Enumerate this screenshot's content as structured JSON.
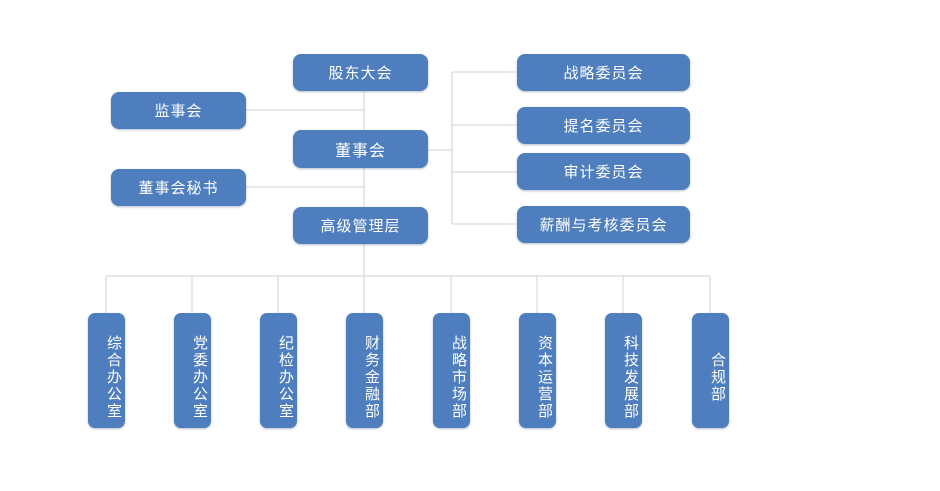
{
  "org_chart": {
    "shareholders_meeting": "股东大会",
    "supervisory_board": "监事会",
    "board_of_directors": "董事会",
    "board_secretary": "董事会秘书",
    "senior_management": "高级管理层",
    "committees": [
      "战略委员会",
      "提名委员会",
      "审计委员会",
      "薪酬与考核委员会"
    ],
    "departments": [
      "综合办公室",
      "党委办公室",
      "纪检办公室",
      "财务金融部",
      "战略市场部",
      "资本运营部",
      "科技发展部",
      "合规部"
    ]
  },
  "colors": {
    "node_fill": "#4e7ebd",
    "node_text": "#ffffff",
    "connector": "#d9d9d9"
  }
}
